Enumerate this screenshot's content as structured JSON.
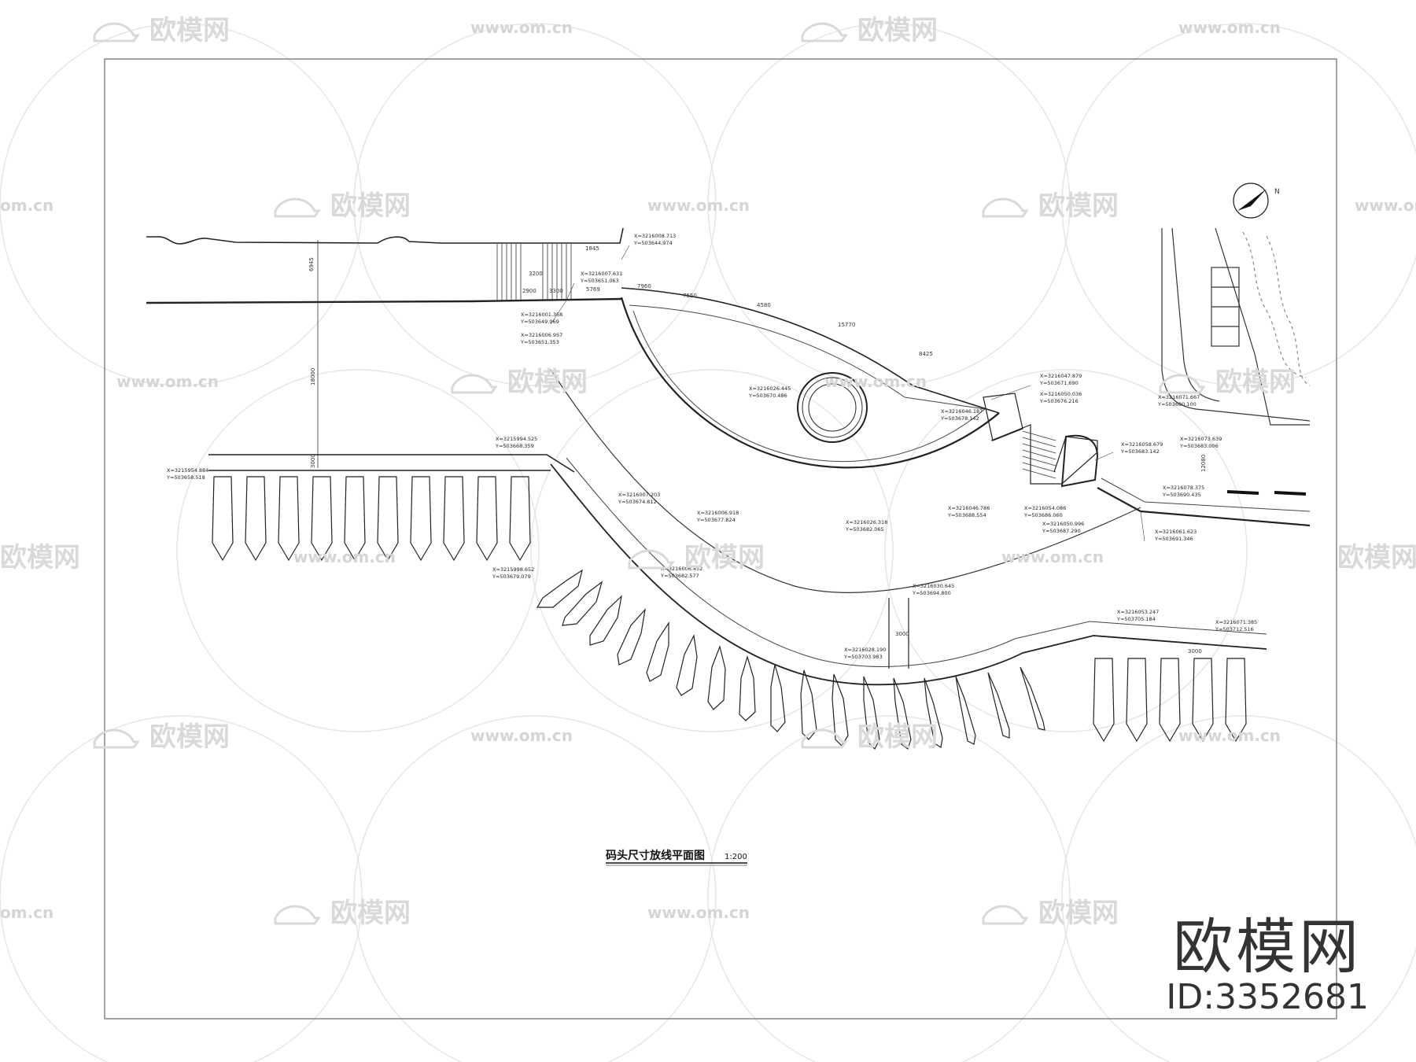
{
  "drawing": {
    "title": "码头尺寸放线平面图",
    "scale": "1:200",
    "north_label": "N"
  },
  "dimensions": {
    "d_1845": "1845",
    "d_2900": "2900",
    "d_3300": "3300",
    "d_3200": "3200",
    "d_5769": "5769",
    "d_7960": "7960",
    "d_7550": "7550",
    "d_4580": "4580",
    "d_15770": "15770",
    "d_8425": "8425",
    "d_6945": "6945",
    "d_18000": "18000",
    "d_3000a": "3000",
    "d_3000b": "3000",
    "d_3000c": "3000",
    "d_12080": "12080"
  },
  "coordinates": {
    "c01": [
      "X=3216008.713",
      "Y=503644.974"
    ],
    "c02": [
      "X=3216007.631",
      "Y=503651.063"
    ],
    "c03": [
      "X=3216001.368",
      "Y=503649.969"
    ],
    "c04": [
      "X=3216006.957",
      "Y=503651.353"
    ],
    "c05": [
      "X=3216026.445",
      "Y=503670.486"
    ],
    "c06": [
      "X=3216047.879",
      "Y=503671.690"
    ],
    "c07": [
      "X=3216050.036",
      "Y=503676.216"
    ],
    "c08": [
      "X=3216046.187",
      "Y=503678.142"
    ],
    "c09": [
      "X=3215994.525",
      "Y=503668.359"
    ],
    "c10": [
      "X=3215954.884",
      "Y=503658.518"
    ],
    "c11": [
      "X=3216058.679",
      "Y=503683.142"
    ],
    "c12": [
      "X=3216007.203",
      "Y=503674.812"
    ],
    "c13": [
      "X=3216006.918",
      "Y=503677.824"
    ],
    "c14": [
      "X=3216026.318",
      "Y=503682.065"
    ],
    "c15": [
      "X=3216046.786",
      "Y=503688.554"
    ],
    "c16": [
      "X=3216054.086",
      "Y=503686.060"
    ],
    "c17": [
      "X=3216050.996",
      "Y=503687.290"
    ],
    "c18": [
      "X=3216061.623",
      "Y=503691.346"
    ],
    "c19": [
      "X=3215998.652",
      "Y=503679.079"
    ],
    "c20": [
      "X=3216006.452",
      "Y=503682.577"
    ],
    "c21": [
      "X=3216030.645",
      "Y=503694.800"
    ],
    "c22": [
      "X=3216028.190",
      "Y=503703.983"
    ],
    "c23": [
      "X=3216053.247",
      "Y=503705.184"
    ],
    "c24": [
      "X=3216071.385",
      "Y=503712.516"
    ],
    "c25": [
      "X=3216071.667",
      "Y=503680.100"
    ],
    "c26": [
      "X=3216073.639",
      "Y=503683.006"
    ],
    "c27": [
      "X=3216078.375",
      "Y=503690.435"
    ]
  },
  "watermark": {
    "brand": "欧模网",
    "url": "www.om.cn",
    "url_partial": "om.cn",
    "id": "ID:3352681"
  }
}
